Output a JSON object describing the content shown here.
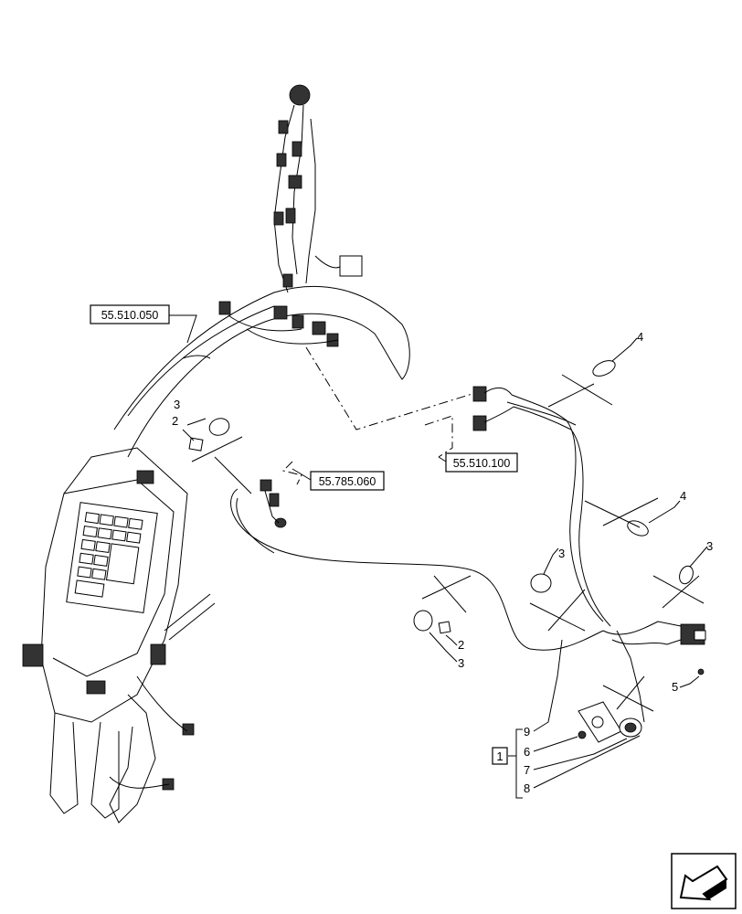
{
  "references": {
    "ref_050": "55.510.050",
    "ref_100": "55.510.100",
    "ref_060": "55.785.060"
  },
  "callouts": {
    "c1": "1",
    "c2a": "2",
    "c2b": "2",
    "c3a": "3",
    "c3b": "3",
    "c3c": "3",
    "c3d": "3",
    "c4a": "4",
    "c4b": "4",
    "c5": "5",
    "c6": "6",
    "c7": "7",
    "c8": "8",
    "c9": "9"
  },
  "icons": {
    "nav": "view-direction-arrow-icon"
  }
}
